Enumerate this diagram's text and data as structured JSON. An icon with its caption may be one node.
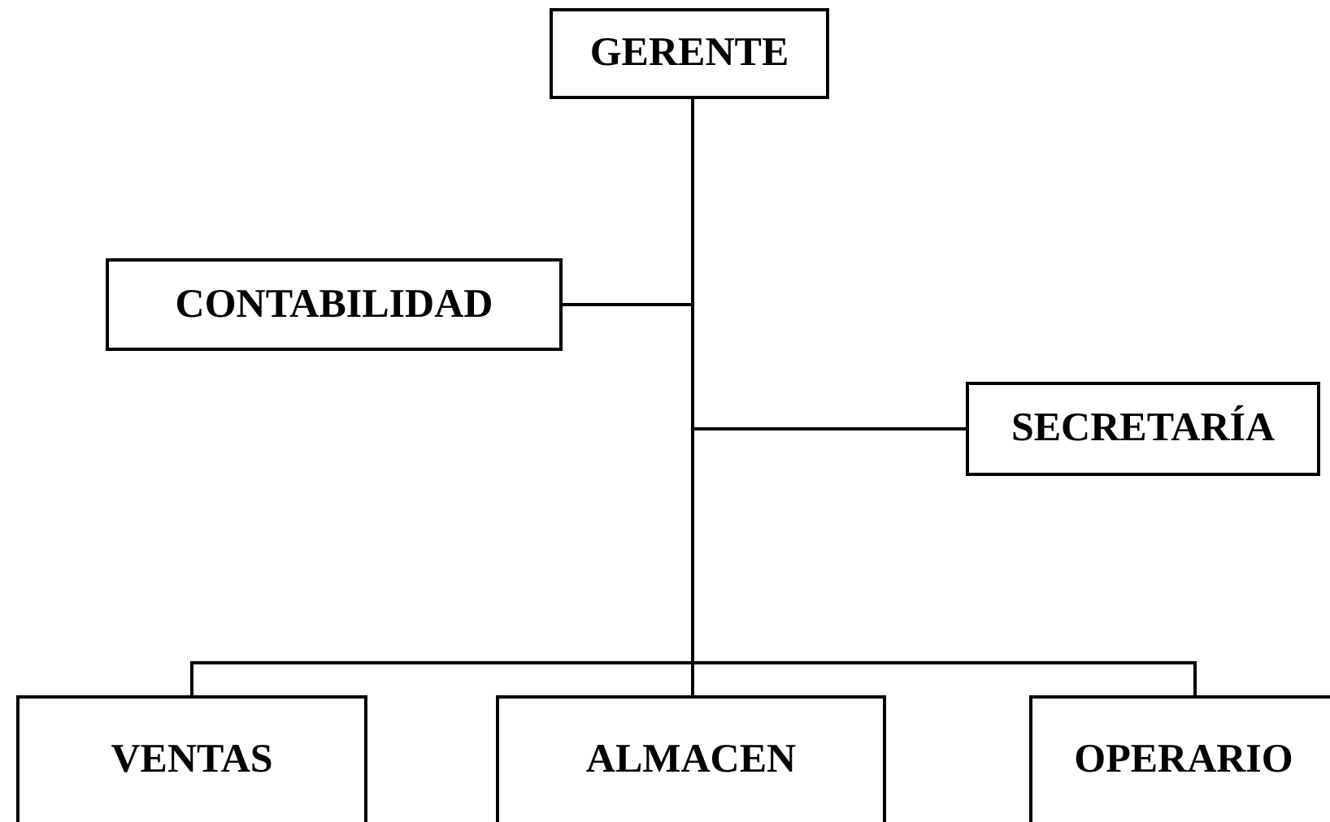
{
  "diagram": {
    "nodes": [
      {
        "text": [
          "GERENTE"
        ]
      },
      {
        "text": [
          "CONTABILIDAD"
        ]
      },
      {
        "text": [
          "SECRETARÍA"
        ]
      },
      {
        "text": [
          "VENTAS"
        ]
      },
      {
        "text": [
          "ALMACEN"
        ]
      },
      {
        "text": [
          "OPERARIO"
        ]
      }
    ],
    "edges": [
      {
        "from": 0,
        "to": 1,
        "arrow": "none"
      },
      {
        "from": 0,
        "to": 2,
        "arrow": "none"
      },
      {
        "from": 0,
        "to": 3,
        "arrow": "none"
      },
      {
        "from": 0,
        "to": 4,
        "arrow": "none"
      },
      {
        "from": 0,
        "to": 5,
        "arrow": "none"
      }
    ]
  }
}
